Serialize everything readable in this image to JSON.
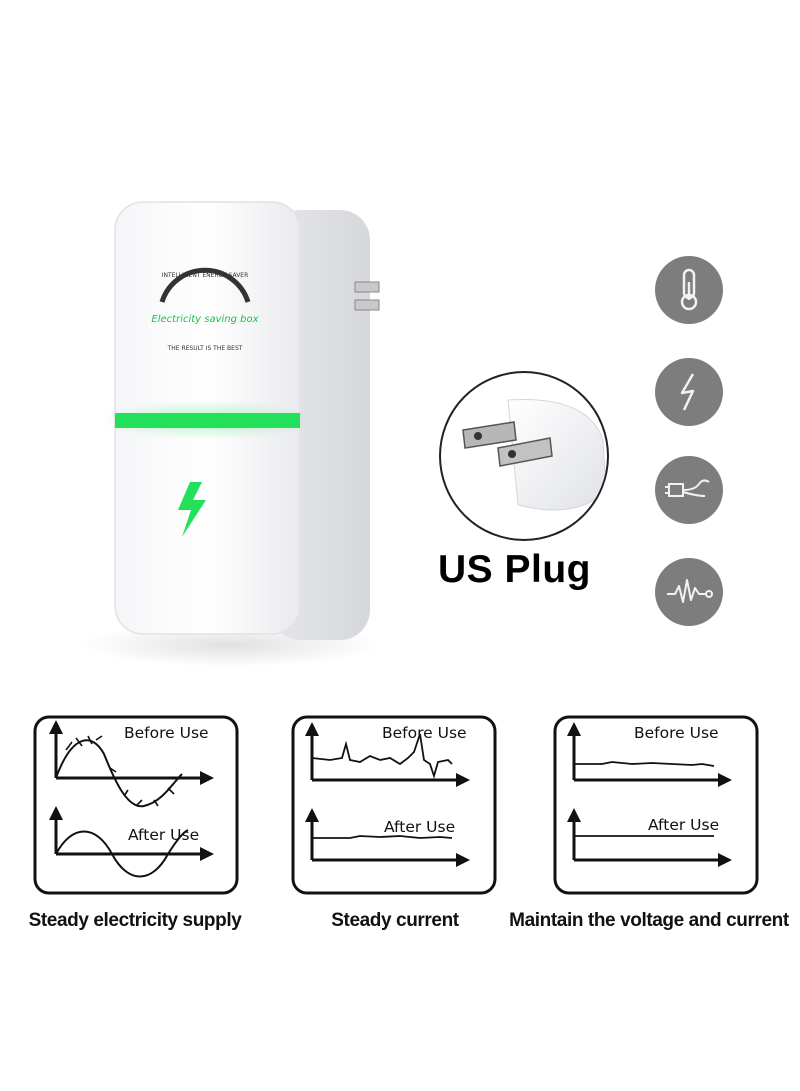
{
  "device": {
    "badge_top_text": "INTELLIGENT ENERGY SAVER",
    "badge_main_text": "Electricity saving box",
    "badge_bottom_text": "THE RESULT IS THE BEST",
    "light_color": "#22e05a",
    "icon": "lightning-bolt-icon"
  },
  "plug": {
    "label": "US Plug"
  },
  "feature_icons": [
    "thermometer-icon",
    "lightning-icon",
    "usb-plug-icon",
    "waveform-icon"
  ],
  "panels": [
    {
      "before_label": "Before Use",
      "after_label": "After Use",
      "caption": "Steady electricity supply"
    },
    {
      "before_label": "Before Use",
      "after_label": "After Use",
      "caption": "Steady current"
    },
    {
      "before_label": "Before Use",
      "after_label": "After Use",
      "caption": "Maintain the voltage and current"
    }
  ],
  "colors": {
    "icon_bg": "#7d7d7d",
    "icon_fg": "#f2f2f2",
    "accent_green": "#22e05a"
  }
}
